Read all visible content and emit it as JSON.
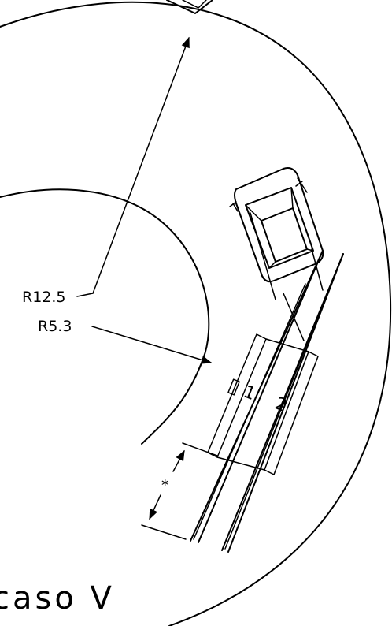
{
  "diagram": {
    "outer_radius_label": "R12.5",
    "inner_radius_label": "R5.3",
    "clearance_label": "*",
    "trailer_labels": [
      "1",
      "2"
    ],
    "caption": "caso V"
  }
}
